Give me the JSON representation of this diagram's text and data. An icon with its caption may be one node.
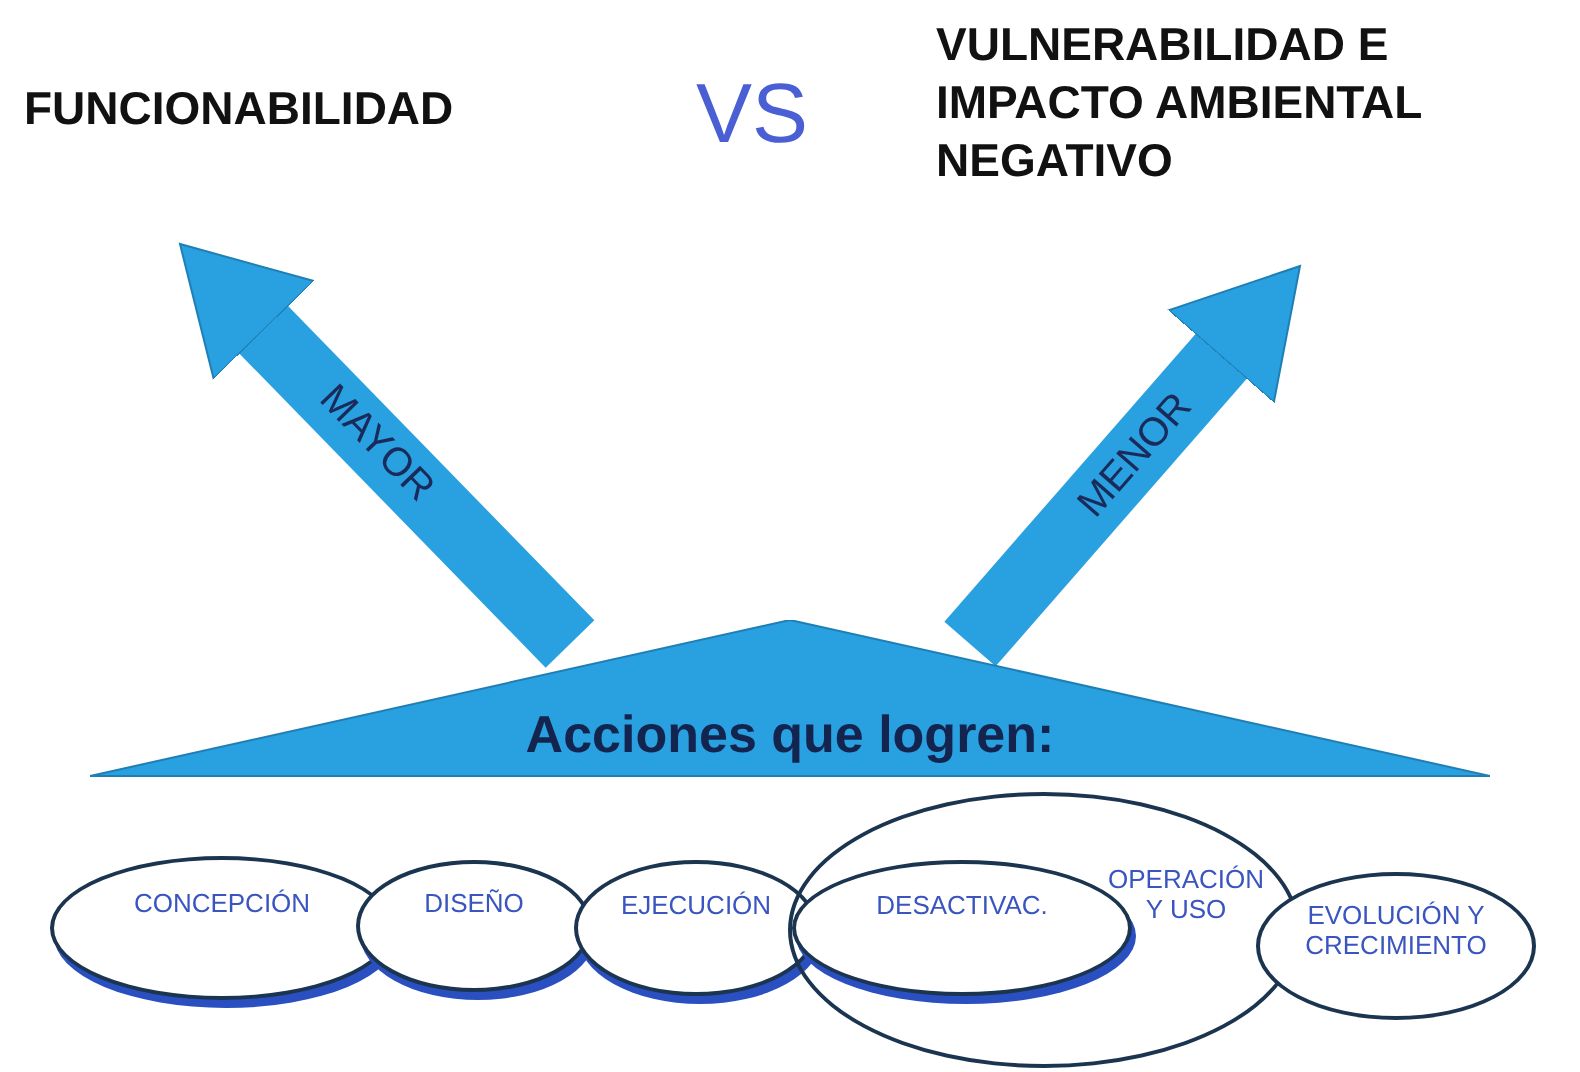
{
  "diagram": {
    "nodes": [
      {
        "text": [
          "FUNCIONABILIDAD"
        ]
      },
      {
        "text": [
          "VULNERABILIDAD E IMPACTO AMBIENTAL NEGATIVO"
        ]
      },
      {
        "text": [
          "Acciones que logren:"
        ]
      },
      {
        "text": [
          "CONCEPCIÓN"
        ]
      },
      {
        "text": [
          "DISEÑO"
        ]
      },
      {
        "text": [
          "EJECUCIÓN"
        ]
      },
      {
        "text": [
          "OPERACIÓN Y USO"
        ]
      },
      {
        "text": [
          "DESACTIVAC."
        ],
        "in": 6
      },
      {
        "text": [
          "EVOLUCIÓN Y CRECIMIENTO"
        ]
      }
    ],
    "edges": [
      {
        "from": 2,
        "to": 0,
        "arrow": "to",
        "label": "MAYOR"
      },
      {
        "from": 2,
        "to": 1,
        "arrow": "to",
        "label": "MENOR"
      }
    ],
    "labels": [
      "VS"
    ]
  }
}
